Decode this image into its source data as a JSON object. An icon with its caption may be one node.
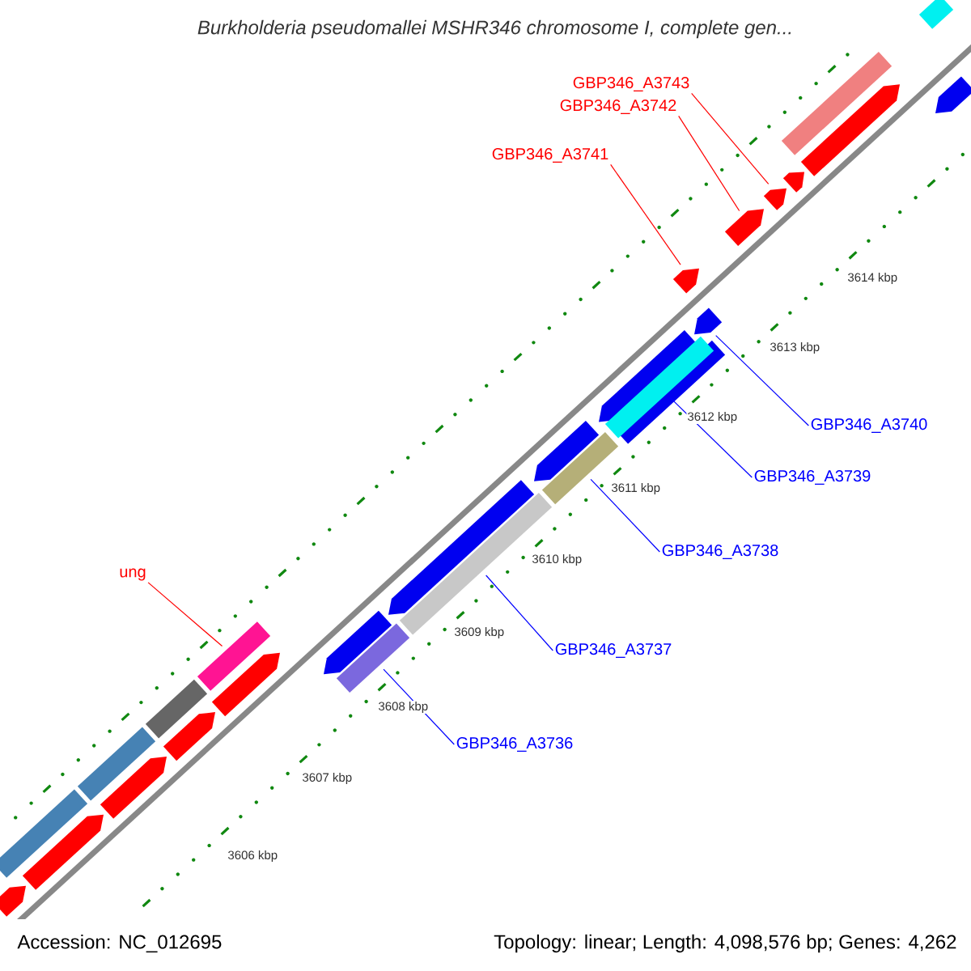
{
  "diagram": {
    "title": "Burkholderia pseudomallei MSHR346 chromosome I, complete gen...",
    "nodes": [
      {
        "text": [
          "ung"
        ]
      },
      {
        "text": [
          "GBP346_A3743"
        ]
      },
      {
        "text": [
          "GBP346_A3742"
        ]
      },
      {
        "text": [
          "GBP346_A3741"
        ]
      },
      {
        "text": [
          "GBP346_A3740"
        ]
      },
      {
        "text": [
          "GBP346_A3739"
        ]
      },
      {
        "text": [
          "GBP346_A3738"
        ]
      },
      {
        "text": [
          "GBP346_A3737"
        ]
      },
      {
        "text": [
          "GBP346_A3736"
        ]
      },
      {
        "text": [],
        "shape": "bar"
      },
      {
        "text": [],
        "shape": "bar"
      },
      {
        "text": [],
        "shape": "bar"
      },
      {
        "text": [],
        "shape": "bar"
      },
      {
        "text": [],
        "shape": "bar"
      },
      {
        "text": [],
        "shape": "bar"
      },
      {
        "text": [],
        "shape": "bar"
      },
      {
        "text": [],
        "shape": "bar"
      },
      {
        "text": [],
        "shape": "bar"
      },
      {
        "text": [],
        "shape": "bar"
      },
      {
        "text": [],
        "shape": "bar"
      },
      {
        "text": [],
        "shape": "bar"
      },
      {
        "text": [],
        "shape": "bar"
      },
      {
        "text": [],
        "shape": "bar"
      },
      {
        "text": [],
        "shape": "bar"
      },
      {
        "text": [],
        "shape": "bar"
      },
      {
        "text": [],
        "shape": "bar"
      },
      {
        "text": [],
        "shape": "bar"
      },
      {
        "text": [],
        "shape": "bar"
      },
      {
        "text": [],
        "shape": "bar"
      },
      {
        "text": [],
        "shape": "bar"
      },
      {
        "text": [],
        "shape": "bar"
      },
      {
        "text": [],
        "shape": "bar"
      },
      {
        "text": [],
        "shape": "bar"
      },
      {
        "text": [],
        "shape": "bar"
      },
      {
        "text": [],
        "shape": "bar"
      },
      {
        "text": [],
        "shape": "bar"
      }
    ],
    "edges": [
      {
        "from": 0,
        "to": 12,
        "arrow": "none",
        "color": "#ff0000"
      },
      {
        "from": 1,
        "to": 22,
        "arrow": "none",
        "color": "#ff0000"
      },
      {
        "from": 2,
        "to": 21,
        "arrow": "none",
        "color": "#ff0000"
      },
      {
        "from": 3,
        "to": 20,
        "arrow": "none",
        "color": "#ff0000"
      },
      {
        "from": 4,
        "to": 29,
        "arrow": "none"
      },
      {
        "from": 5,
        "to": 35,
        "arrow": "none"
      },
      {
        "from": 6,
        "to": 33,
        "arrow": "none"
      },
      {
        "from": 7,
        "to": 32,
        "arrow": "none"
      },
      {
        "from": 8,
        "to": 31,
        "arrow": "none"
      }
    ],
    "labels": [
      "3614 kbp",
      "3613 kbp",
      "3612 kbp",
      "3611 kbp",
      "3610 kbp",
      "3609 kbp",
      "3608 kbp",
      "3607 kbp",
      "3606 kbp",
      "Accession: NC_012695",
      "Topology: linear; Length: 4,098,576 bp; Genes: 4,262"
    ]
  }
}
